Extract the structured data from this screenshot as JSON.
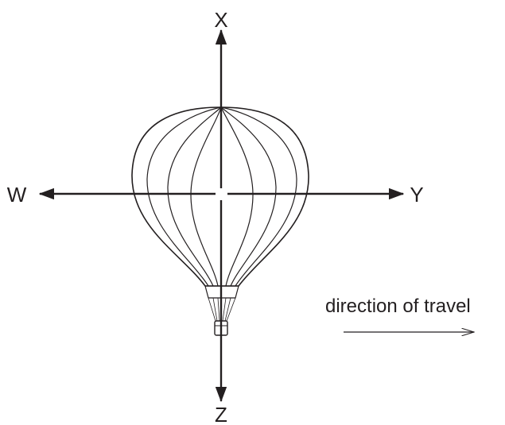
{
  "axes": {
    "up": "X",
    "left": "W",
    "right": "Y",
    "down": "Z"
  },
  "travel": {
    "label": "direction of travel"
  },
  "colors": {
    "ink": "#231f20",
    "background": "#ffffff"
  }
}
